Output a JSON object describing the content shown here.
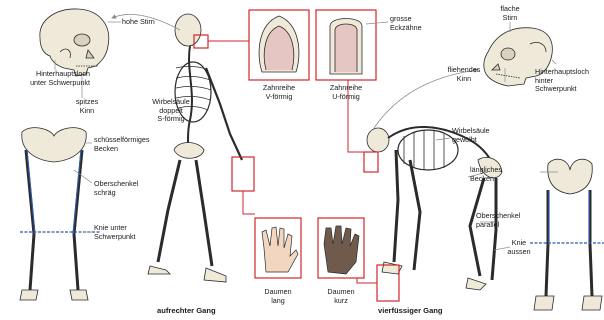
{
  "labels": {
    "hohe_stirn": "hohe Stirn",
    "hinterhauptsloch_human": "Hinterhauptsloch\nunter Schwerpunkt",
    "spitzes_kinn": "spitzes\nKinn",
    "wirbelsaeule_human": "Wirbelsäule\ndoppelt\nS-förmig",
    "zahnreihe_v": "Zahnreihe\nV-förmig",
    "zahnreihe_u": "Zahnreihe\nU-förmig",
    "grosse_eckzaehne": "grosse\nEckzähne",
    "flache_stirn": "flache\nStirn",
    "fliehendes_kinn": "fliehendes\nKinn",
    "hinterhauptsloch_ape": "Hinterhauptsloch\nhinter\nSchwerpunkt",
    "becken_human": "schüsselförmiges\nBecken",
    "oberschenkel_human": "Oberschenkel\nschräg",
    "knie_human": "Knie unter\nSchwerpunkt",
    "wirbelsaeule_ape": "Wirbelsäule\ngewölbt",
    "becken_ape": "längliches\nBecken",
    "oberschenkel_ape": "Oberschenkel\nparallel",
    "knie_ape": "Knie\naussen",
    "daumen_lang": "Daumen\nlang",
    "daumen_kurz": "Daumen\nkurz",
    "aufrechter_gang": "aufrechter Gang",
    "vierfuessiger_gang": "vierfüssiger Gang"
  },
  "colors": {
    "highlight": "#d3242c",
    "bone": "#efe9da",
    "bone_outline": "#2b2b2b",
    "axis_line": "#2e5aa8",
    "pointer_line": "#888888",
    "human_skin": "#f2d6bf",
    "ape_skin": "#6f5a4c"
  }
}
